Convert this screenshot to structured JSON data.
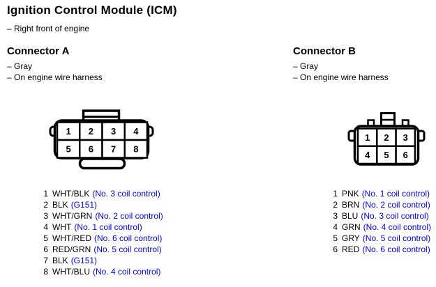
{
  "page": {
    "title": "Ignition Control Module (ICM)",
    "location": "– Right front of engine"
  },
  "link_color": "#0000EE",
  "connector_a": {
    "heading": "Connector A",
    "note_color": "– Gray",
    "note_location": "– On engine wire harness",
    "cavity_top": [
      "1",
      "2",
      "3",
      "4"
    ],
    "cavity_bottom": [
      "5",
      "6",
      "7",
      "8"
    ],
    "pin_list": [
      {
        "pin": "1",
        "wire": "WHT/BLK",
        "function": "(No. 3 coil control)"
      },
      {
        "pin": "2",
        "wire": "BLK",
        "function": "(G151)"
      },
      {
        "pin": "3",
        "wire": "WHT/GRN",
        "function": "(No. 2 coil control)"
      },
      {
        "pin": "4",
        "wire": "WHT",
        "function": "(No. 1 coil control)"
      },
      {
        "pin": "5",
        "wire": "WHT/RED",
        "function": "(No. 6 coil control)"
      },
      {
        "pin": "6",
        "wire": "RED/GRN",
        "function": "(No. 5 coil control)"
      },
      {
        "pin": "7",
        "wire": "BLK",
        "function": "(G151)"
      },
      {
        "pin": "8",
        "wire": "WHT/BLU",
        "function": "(No. 4 coil control)"
      }
    ]
  },
  "connector_b": {
    "heading": "Connector B",
    "note_color": "– Gray",
    "note_location": "– On engine wire harness",
    "cavity_top": [
      "1",
      "2",
      "3"
    ],
    "cavity_bottom": [
      "4",
      "5",
      "6"
    ],
    "pin_list": [
      {
        "pin": "1",
        "wire": "PNK",
        "function": "(No. 1 coil control)"
      },
      {
        "pin": "2",
        "wire": "BRN",
        "function": "(No. 2 coil control)"
      },
      {
        "pin": "3",
        "wire": "BLU",
        "function": "(No. 3 coil control)"
      },
      {
        "pin": "4",
        "wire": "GRN",
        "function": "(No. 4 coil control)"
      },
      {
        "pin": "5",
        "wire": "GRY",
        "function": "(No. 5 coil control)"
      },
      {
        "pin": "6",
        "wire": "RED",
        "function": "(No. 6 coil control)"
      }
    ]
  }
}
